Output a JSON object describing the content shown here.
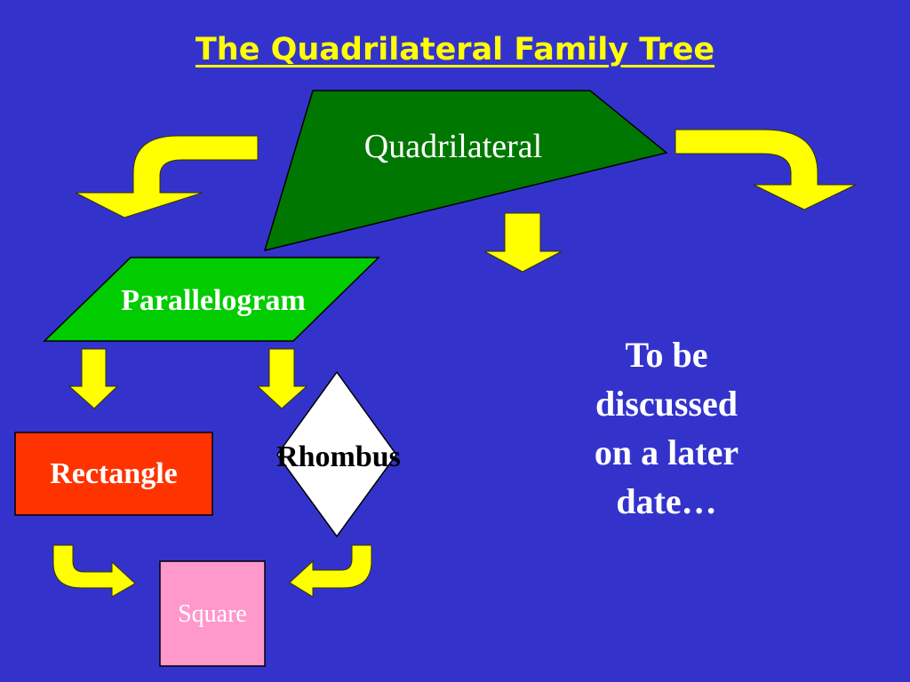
{
  "title": "The Quadrilateral Family Tree",
  "nodes": {
    "quadrilateral": "Quadrilateral",
    "parallelogram": "Parallelogram",
    "rectangle": "Rectangle",
    "rhombus": "Rhombus",
    "square": "Square"
  },
  "note_lines": [
    "To be",
    "discussed",
    "on a later",
    "date…"
  ],
  "colors": {
    "background": "#3333CC",
    "title": "#FFFF00",
    "arrow": "#FFFF00",
    "quadrilateral": "#007700",
    "parallelogram": "#00CC00",
    "rectangle": "#FF3300",
    "rhombus": "#FFFFFF",
    "square": "#FF99CC"
  }
}
